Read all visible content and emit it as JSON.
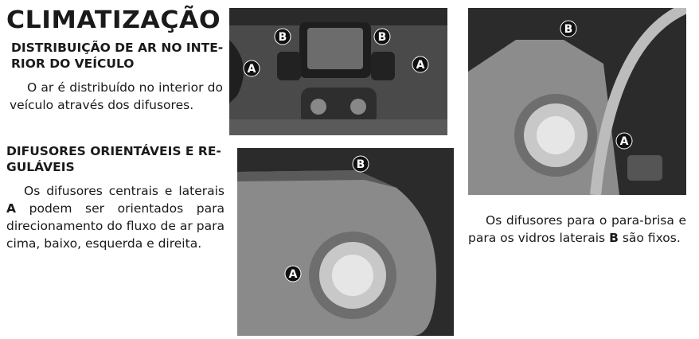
{
  "title": "CLIMATIZAÇÃO",
  "section1": {
    "heading_line1": "DISTRIBUIÇÃO DE AR NO INTE-",
    "heading_line2": "RIOR DO VEÍCULO",
    "body": "O ar é distribuído no interior do veículo através dos difusores."
  },
  "section2": {
    "heading_line1": "DIFUSORES ORIENTÁVEIS E RE-",
    "heading_line2": "GULÁVEIS",
    "body_prefix": "Os difusores centrais e laterais ",
    "body_bold": "A",
    "body_suffix": " podem ser orientados para direcionamento do fluxo de ar para cima, baixo, esquerda e direita."
  },
  "section3": {
    "body_prefix": "Os difusores para o para-brisa e para os vidros laterais ",
    "body_bold": "B",
    "body_suffix": " são fixos."
  },
  "figures": {
    "label_a": "A",
    "label_b": "B"
  }
}
